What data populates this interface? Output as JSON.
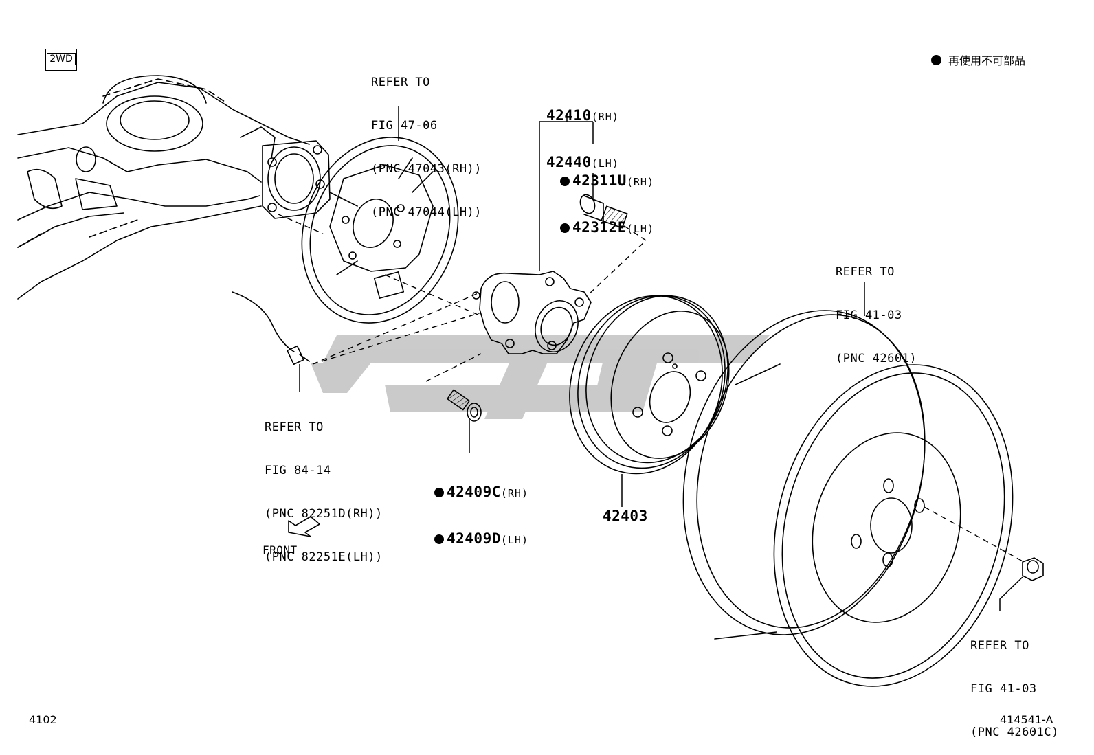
{
  "header": {
    "variant_badge": "2WD",
    "legend_text": "再使用不可部品"
  },
  "callouts": {
    "backing_plate": [
      "REFER TO",
      "FIG 47-06",
      "(PNC 47043(RH))",
      "(PNC 47044(LH))"
    ],
    "hub_bearing": {
      "rh": "42410",
      "rh_side": "(RH)",
      "lh": "42440",
      "lh_side": "(LH)"
    },
    "hub_bolt": {
      "rh": "42311U",
      "rh_side": "(RH)",
      "lh": "42312E",
      "lh_side": "(LH)"
    },
    "tire_wheel": [
      "REFER TO",
      "FIG 41-03",
      "(PNC 42601)"
    ],
    "speed_sensor": [
      "REFER TO",
      "FIG 84-14",
      "(PNC 82251D(RH))",
      "(PNC 82251E(LH))"
    ],
    "bearing_bolt": {
      "rh": "42409C",
      "rh_side": "(RH)",
      "lh": "42409D",
      "lh_side": "(LH)"
    },
    "brake_drum": "42403",
    "hub_nut": [
      "REFER TO",
      "FIG 41-03",
      "(PNC 42601C)"
    ]
  },
  "direction_label": "FRONT",
  "footer": {
    "page_number": "4102",
    "figure_code": "414541-A"
  },
  "colors": {
    "line": "#000000",
    "watermark": "#c8c8c8"
  }
}
